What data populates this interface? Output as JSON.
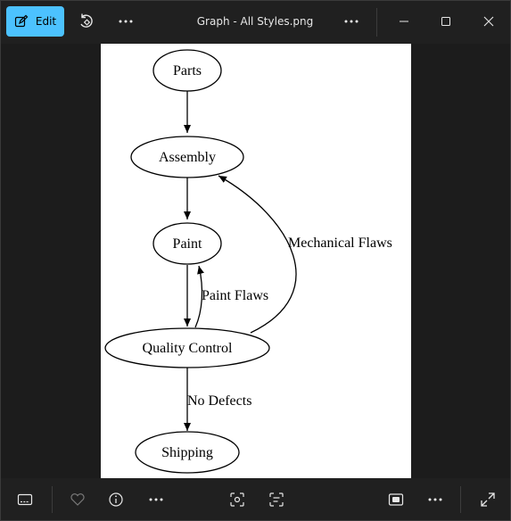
{
  "titlebar": {
    "edit_label": "Edit",
    "title": "Graph - All Styles.png",
    "icons": [
      "edit-icon",
      "rotate-icon",
      "more-icon",
      "more-icon",
      "minimize-icon",
      "maximize-icon",
      "close-icon"
    ]
  },
  "graph": {
    "nodes": {
      "parts": "Parts",
      "assembly": "Assembly",
      "paint": "Paint",
      "quality_control": "Quality Control",
      "shipping": "Shipping"
    },
    "edges": {
      "mechanical_flaws": "Mechanical Flaws",
      "paint_flaws": "Paint Flaws",
      "no_defects": "No Defects"
    }
  },
  "toolbar": {
    "icons": [
      "filmstrip-icon",
      "favorite-icon",
      "info-icon",
      "more-icon",
      "visual-search-icon",
      "text-search-icon",
      "fit-view-icon",
      "more-icon",
      "fullscreen-icon"
    ]
  }
}
